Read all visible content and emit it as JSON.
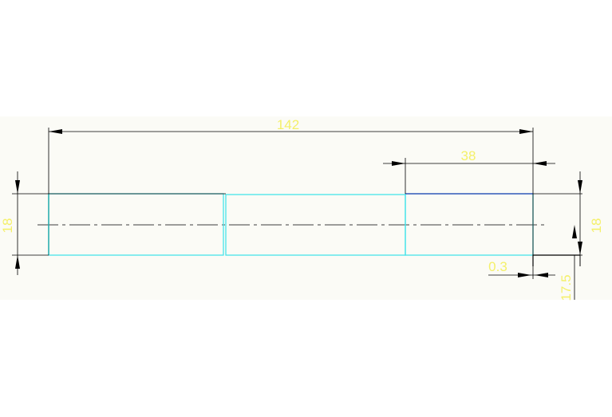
{
  "drawing": {
    "dimensions": {
      "overall_length": "142",
      "right_section_length": "38",
      "left_diameter": "18",
      "right_diameter": "18",
      "gap": "0.3",
      "offset": "17.5"
    },
    "colors": {
      "band_background": "#fbfbf6",
      "dimension_line": "#000000",
      "dimension_text": "#f4f06a",
      "part_outline": "#46e3ea",
      "part_edge_blue": "#283cae",
      "centerline": "#000000"
    }
  }
}
